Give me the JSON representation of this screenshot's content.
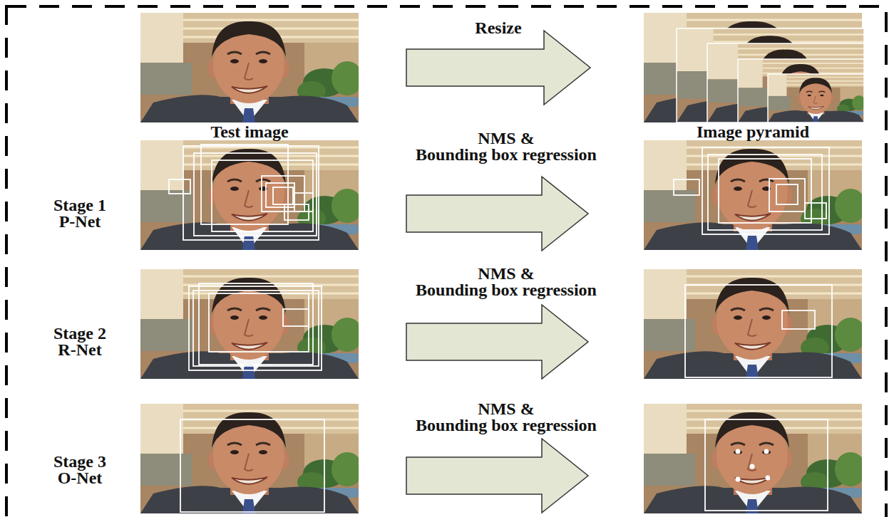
{
  "diagram": {
    "nodes": [
      {
        "text": [
          "Test image"
        ]
      },
      {
        "text": [
          "Image pyramid"
        ]
      }
    ],
    "edges": [
      {
        "from": 0,
        "to": 1,
        "arrow": "to",
        "label": "Resize"
      }
    ],
    "labels": [
      "Stage 1 P-Net",
      "NMS & Bounding box regression",
      "Stage 2 R-Net",
      "NMS & Bounding box regression",
      "Stage 3 O-Net",
      "NMS & Bounding box regression"
    ]
  }
}
